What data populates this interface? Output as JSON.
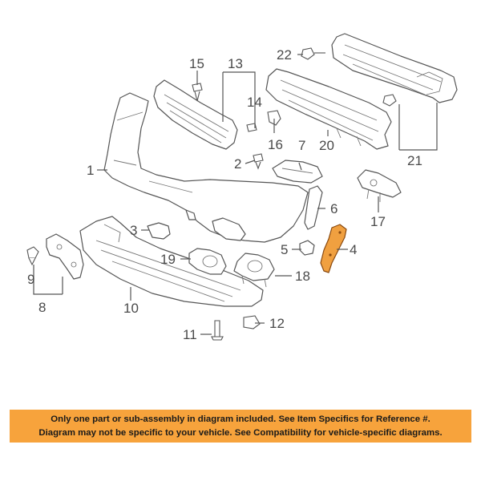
{
  "callouts": {
    "c1": "1",
    "c2": "2",
    "c3": "3",
    "c4": "4",
    "c5": "5",
    "c6": "6",
    "c7": "7",
    "c8": "8",
    "c9": "9",
    "c10": "10",
    "c11": "11",
    "c12": "12",
    "c13": "13",
    "c14": "14",
    "c15": "15",
    "c16": "16",
    "c17": "17",
    "c18": "18",
    "c19": "19",
    "c20": "20",
    "c21": "21",
    "c22": "22"
  },
  "highlighted_part": "4",
  "colors": {
    "highlight": "#f0a040",
    "banner": "#f7a33c",
    "lines": "#555555"
  },
  "disclaimer": {
    "line1": "Only one part or sub-assembly in diagram included. See Item Specifics for Reference #.",
    "line2": "Diagram may not be specific to your vehicle. See Compatibility for vehicle-specific diagrams."
  }
}
